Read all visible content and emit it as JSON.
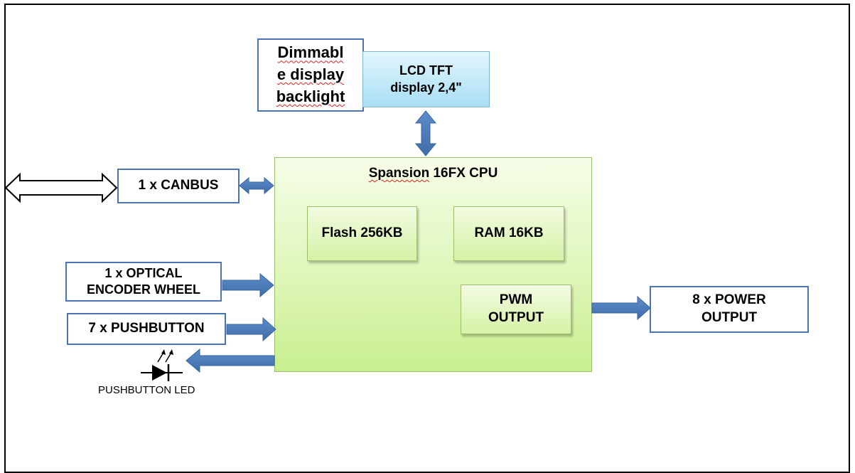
{
  "display": {
    "backlight_line1": "Dimmabl",
    "backlight_line2": "e display",
    "backlight_line3": "backlight",
    "lcd_line1": "LCD TFT",
    "lcd_line2": "display 2,4\""
  },
  "cpu": {
    "title_part1": "Spansion",
    "title_part2": " 16FX CPU",
    "flash": "Flash 256KB",
    "ram": "RAM 16KB",
    "pwm_line1": "PWM",
    "pwm_line2": "OUTPUT"
  },
  "inputs": {
    "canbus": "1 x CANBUS",
    "optical_line1": "1 x OPTICAL",
    "optical_line2": "ENCODER WHEEL",
    "pushbutton": "7 x PUSHBUTTON"
  },
  "outputs": {
    "power_line1": "8 x POWER",
    "power_line2": "OUTPUT",
    "led_label": "PUSHBUTTON LED"
  },
  "colors": {
    "arrow_fill": "#4f81bd",
    "box_border": "#4a74b2",
    "cpu_fill": "#d6f2a6",
    "lcd_fill": "#a8def4"
  }
}
